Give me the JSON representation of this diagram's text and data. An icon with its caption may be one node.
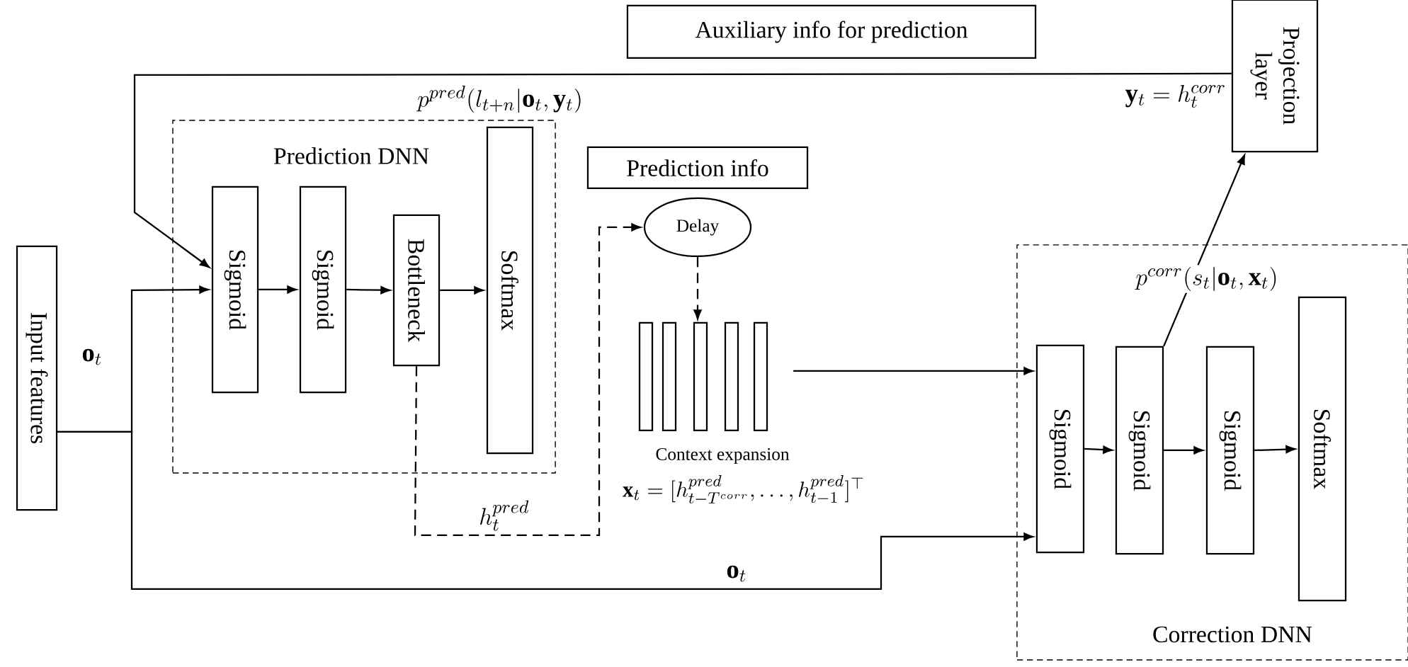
{
  "diagram": {
    "nodes": [
      {
        "text": [
          "Input features"
        ]
      },
      {
        "text": [
          "Prediction DNN"
        ]
      },
      {
        "text": [
          "Sigmoid"
        ],
        "in": 1
      },
      {
        "text": [
          "Sigmoid"
        ],
        "in": 1
      },
      {
        "text": [
          "Bottleneck"
        ],
        "in": 1
      },
      {
        "text": [
          "Softmax"
        ],
        "in": 1
      },
      {
        "text": [
          "Auxiliary info for prediction"
        ]
      },
      {
        "text": [
          "Prediction info"
        ]
      },
      {
        "text": [
          "Delay"
        ]
      },
      {
        "text": [],
        "shape": "bar",
        "beside": [
          "Context expansion",
          "\\mathbf{x}_t = [h^{pred}_{t-T^{corr}},\\ldots,h^{pred}_{t-1}]^\\top"
        ]
      },
      {
        "text": [
          "Correction DNN"
        ]
      },
      {
        "text": [
          "Sigmoid"
        ],
        "in": 10
      },
      {
        "text": [
          "Sigmoid"
        ],
        "in": 10
      },
      {
        "text": [
          "Sigmoid"
        ],
        "in": 10
      },
      {
        "text": [
          "Softmax"
        ],
        "in": 10
      },
      {
        "text": [
          "Projection layer"
        ]
      }
    ],
    "edges": [
      {
        "from": 0,
        "to": 2,
        "arrow": "to",
        "label": "\\mathbf{o}_t"
      },
      {
        "from": 0,
        "to": 11,
        "arrow": "to",
        "label": "\\mathbf{o}_t"
      },
      {
        "from": 2,
        "to": 3,
        "arrow": "to"
      },
      {
        "from": 3,
        "to": 4,
        "arrow": "to"
      },
      {
        "from": 4,
        "to": 5,
        "arrow": "to"
      },
      {
        "from": 4,
        "to": 8,
        "arrow": "to",
        "style": "dashed",
        "label": "h_t^{pred}"
      },
      {
        "from": 8,
        "to": 9,
        "arrow": "to",
        "style": "dashed"
      },
      {
        "from": 9,
        "to": 11,
        "arrow": "to"
      },
      {
        "from": 11,
        "to": 12,
        "arrow": "to"
      },
      {
        "from": 12,
        "to": 13,
        "arrow": "to"
      },
      {
        "from": 13,
        "to": 14,
        "arrow": "to"
      },
      {
        "from": 12,
        "to": 15,
        "arrow": "to"
      },
      {
        "from": 15,
        "to": 2,
        "arrow": "to",
        "label": "\\mathbf{y}_t = h_t^{corr}"
      }
    ],
    "labels": [
      "p^{pred}(l_{t+n}|\\mathbf{o}_t,\\mathbf{y}_t)",
      "p^{corr}(s_t|\\mathbf{o}_t,\\mathbf{x}_t)"
    ]
  }
}
